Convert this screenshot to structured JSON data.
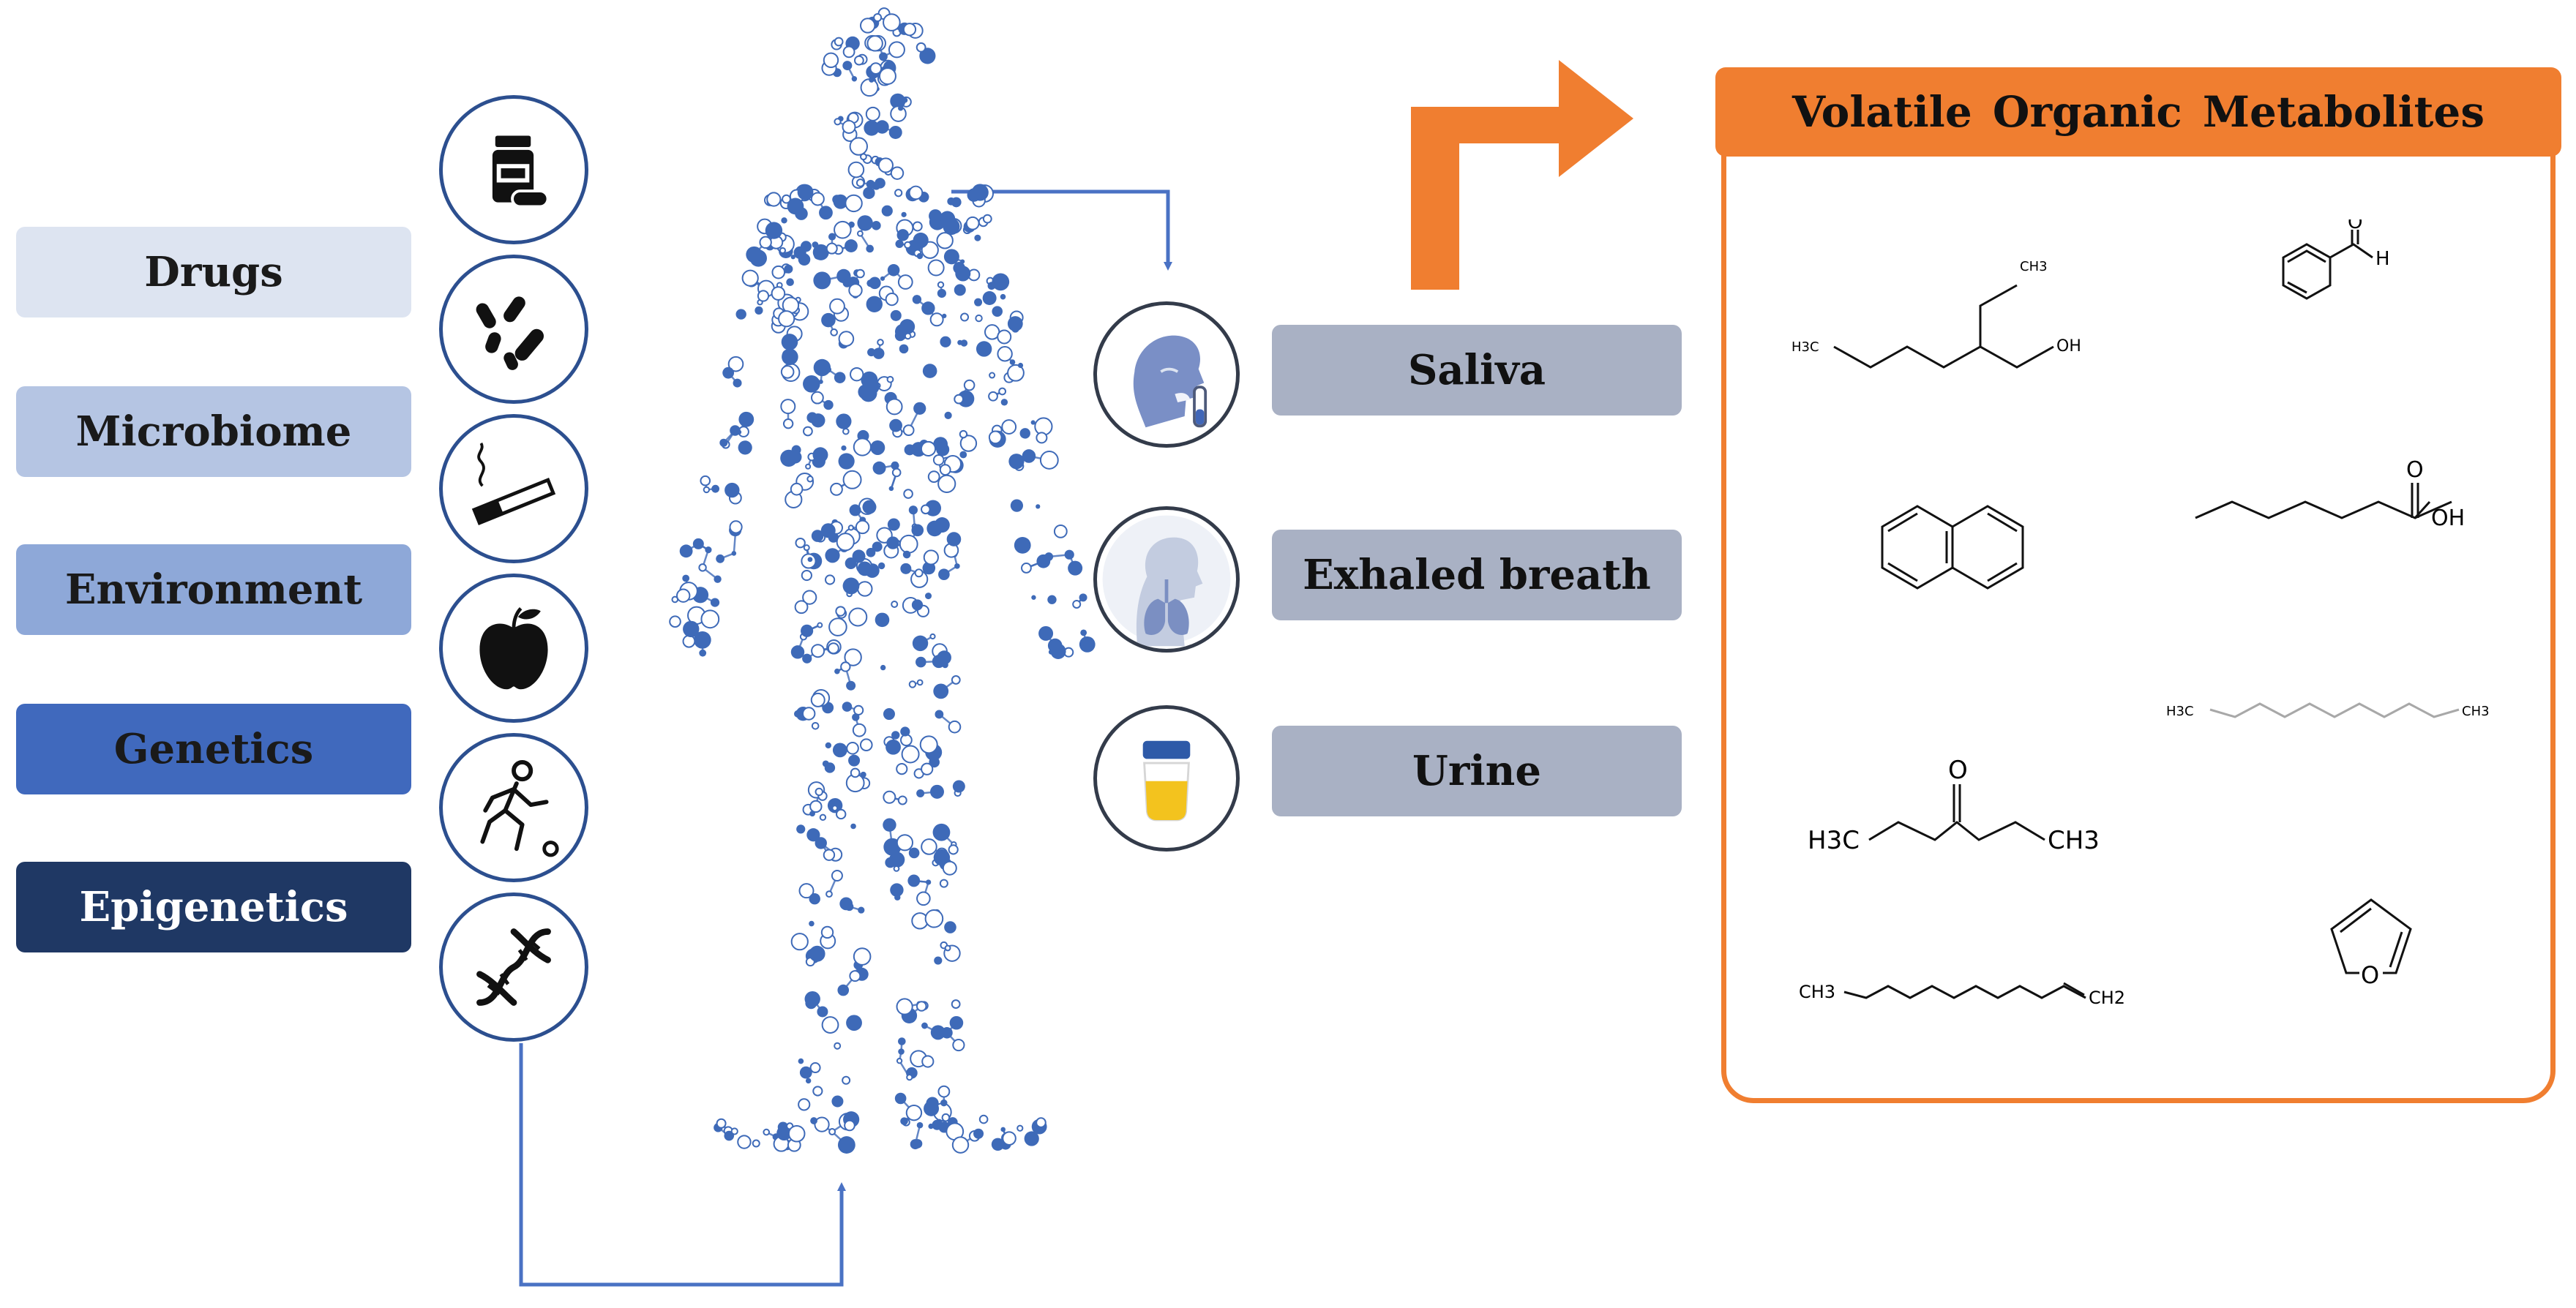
{
  "factors": [
    {
      "label": "Drugs",
      "color": "#dde4f1"
    },
    {
      "label": "Microbiome",
      "color": "#b5c5e3"
    },
    {
      "label": "Environment",
      "color": "#8ea8d8"
    },
    {
      "label": "Genetics",
      "color": "#4069bd"
    },
    {
      "label": "Epigenetics",
      "color": "#1f3864"
    }
  ],
  "factor_icons": [
    "pill-bottle-icon",
    "bacteria-icon",
    "cigarette-icon",
    "apple-icon",
    "running-person-icon",
    "dna-icon"
  ],
  "samples": [
    {
      "label": "Saliva",
      "icon": "saliva-icon"
    },
    {
      "label": "Exhaled breath",
      "icon": "lungs-icon"
    },
    {
      "label": "Urine",
      "icon": "urine-cup-icon"
    }
  ],
  "panel": {
    "title": "Volatile Organic Metabolites",
    "accent": "#f07e30"
  },
  "molecules": {
    "ethylhexanol": {
      "ch3": "CH3",
      "h3c": "H3C",
      "oh": "OH"
    },
    "benzaldehyde": {
      "o": "O",
      "h": "H"
    },
    "octanoic_acid": {
      "o": "O",
      "oh": "OH"
    },
    "nonane": {
      "h3c": "H3C",
      "ch3": "CH3"
    },
    "heptanone": {
      "o": "O",
      "h3c": "H3C",
      "ch3": "CH3"
    },
    "dodecene": {
      "ch3": "CH3",
      "ch2": "CH2"
    },
    "furan": {
      "o": "O"
    }
  },
  "colors": {
    "body_dots": "#3e6ab8",
    "connector": "#4a72c4",
    "arrow": "#f07e30"
  }
}
